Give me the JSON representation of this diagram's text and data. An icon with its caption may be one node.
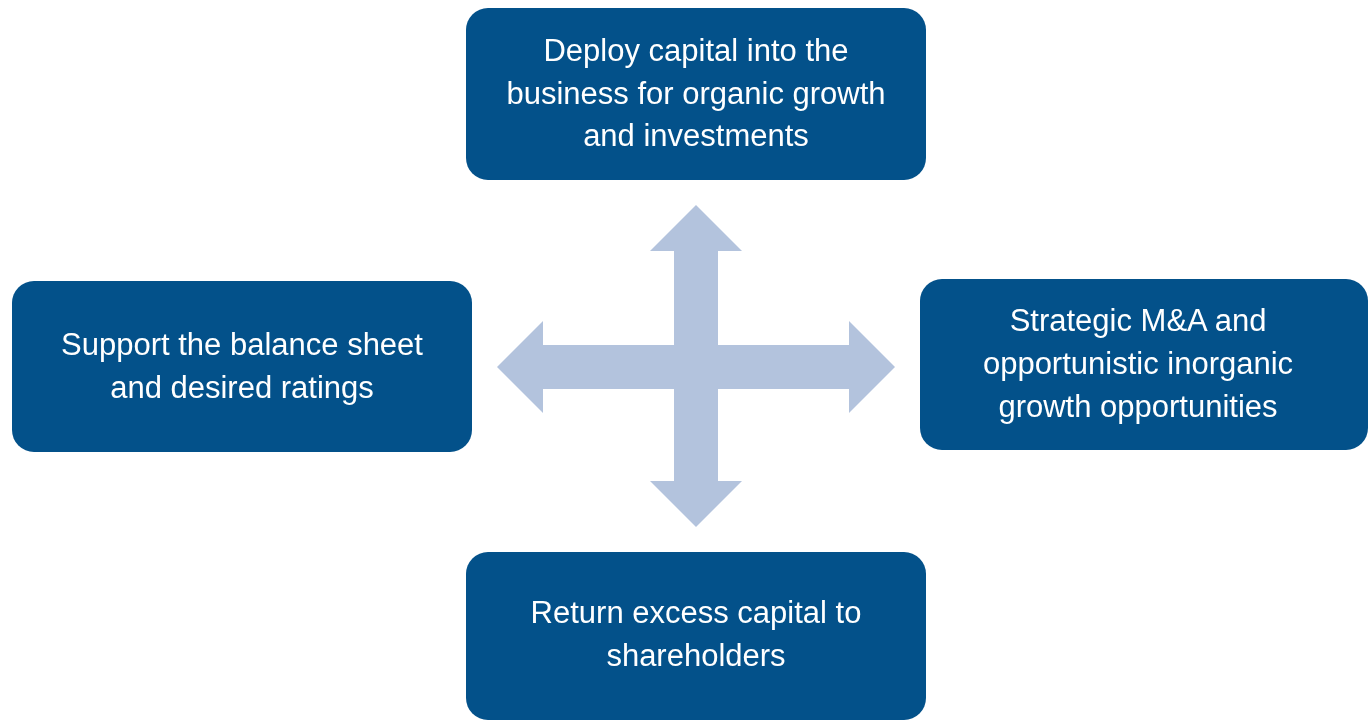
{
  "diagram": {
    "nodes": [
      {
        "text": [
          "Deploy capital into the business for organic growth and investments"
        ]
      },
      {
        "text": [
          "Support the balance sheet and desired ratings"
        ]
      },
      {
        "text": [
          "Strategic M&A and opportunistic inorganic growth opportunities"
        ]
      },
      {
        "text": [
          "Return excess capital to shareholders"
        ]
      }
    ],
    "edges": [
      {
        "from": null,
        "to": 0,
        "arrow": "to"
      },
      {
        "from": null,
        "to": 1,
        "arrow": "to"
      },
      {
        "from": null,
        "to": 2,
        "arrow": "to"
      },
      {
        "from": null,
        "to": 3,
        "arrow": "to"
      }
    ]
  }
}
